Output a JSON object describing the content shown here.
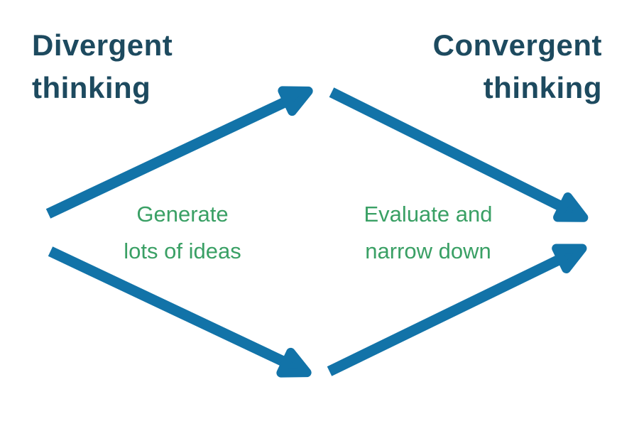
{
  "diagram": {
    "title_left": {
      "line1": "Divergent",
      "line2": "thinking"
    },
    "title_right": {
      "line1": "Convergent",
      "line2": "thinking"
    },
    "label_left": {
      "line1": "Generate",
      "line2": "lots of ideas"
    },
    "label_right": {
      "line1": "Evaluate and",
      "line2": "narrow down"
    },
    "arrow_icons": [
      "diverge-upper-arrow-icon",
      "diverge-lower-arrow-icon",
      "converge-upper-arrow-icon",
      "converge-lower-arrow-icon"
    ]
  },
  "colors": {
    "background": "#ffffff",
    "title": "#1d4a5f",
    "label": "#3aa065",
    "arrow": "#1273a8"
  }
}
